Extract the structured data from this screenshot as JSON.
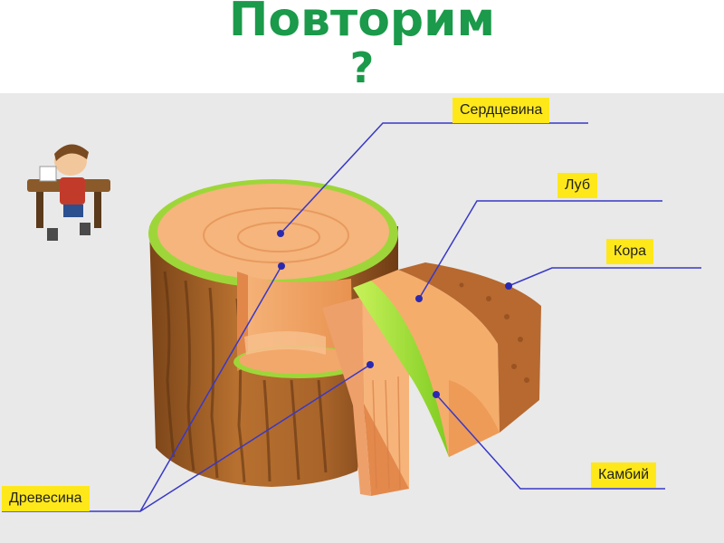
{
  "title": "Повторим",
  "title_mark": "?",
  "labels": {
    "heartwood": "Сердцевина",
    "bast": "Луб",
    "bark": "Кора",
    "cambium": "Камбий",
    "wood": "Древесина"
  },
  "colors": {
    "title": "#1a9a4a",
    "panel": "#e9e9e9",
    "label_bg": "#ffe81a",
    "pointer_line": "#3838c8",
    "wood": "#f2a86a",
    "cambium": "#9ee03a",
    "bark": "#b86a30"
  },
  "icons": [
    "student-at-desk-icon"
  ]
}
